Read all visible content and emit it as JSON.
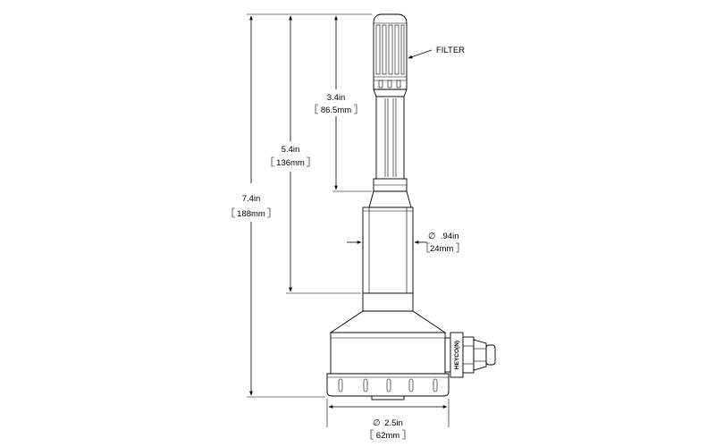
{
  "labels": {
    "filter": "FILTER",
    "brand": "HEYCO(N)"
  },
  "dimensions": {
    "overall_height": {
      "imperial": "7.4in",
      "metric": "188mm"
    },
    "to_flange_height": {
      "imperial": "5.4in",
      "metric": "136mm"
    },
    "probe_length": {
      "imperial": "3.4in",
      "metric": "86.5mm"
    },
    "probe_diameter": {
      "symbol": "∅",
      "imperial": ".94in",
      "metric": "24mm"
    },
    "housing_diameter": {
      "symbol": "∅",
      "imperial": "2.5in",
      "metric": "62mm"
    }
  }
}
